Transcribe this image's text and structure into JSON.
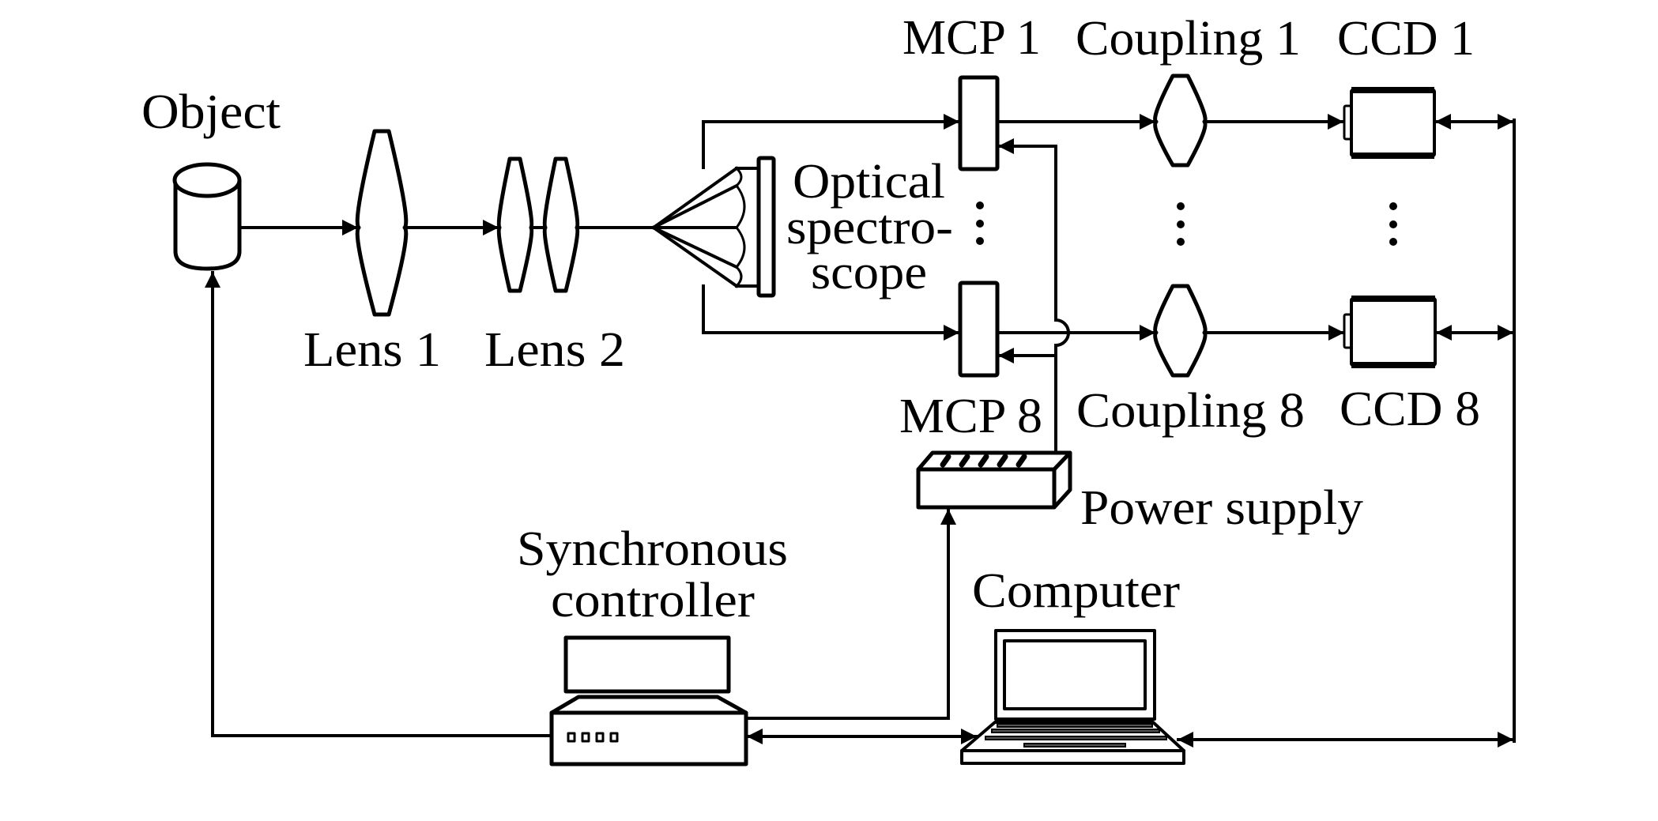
{
  "diagram": {
    "title": "Multi-channel optical spectroscopy imaging setup",
    "colors": {
      "stroke": "#000000",
      "background": "#ffffff",
      "key_fill": "#555555"
    },
    "labels": {
      "object": "Object",
      "lens1": "Lens 1",
      "lens2": "Lens 2",
      "spectroscope_line1": "Optical",
      "spectroscope_line2": "spectro-",
      "spectroscope_line3": "scope",
      "mcp1": "MCP 1",
      "mcp8": "MCP 8",
      "coupling1": "Coupling 1",
      "coupling8": "Coupling 8",
      "ccd1": "CCD 1",
      "ccd8": "CCD 8",
      "power_supply": "Power supply",
      "sync_line1": "Synchronous",
      "sync_line2": "controller",
      "computer": "Computer"
    },
    "nodes": [
      {
        "id": "object",
        "shape": "cylinder-icon"
      },
      {
        "id": "lens1",
        "shape": "lens-icon"
      },
      {
        "id": "lens2",
        "shape": "doublet-lens-icon"
      },
      {
        "id": "spectroscope",
        "shape": "grating-fan-icon"
      },
      {
        "id": "mcp1",
        "shape": "plate-icon"
      },
      {
        "id": "mcp8",
        "shape": "plate-icon"
      },
      {
        "id": "coupling1",
        "shape": "lens-icon"
      },
      {
        "id": "coupling8",
        "shape": "lens-icon"
      },
      {
        "id": "ccd1",
        "shape": "camera-icon"
      },
      {
        "id": "ccd8",
        "shape": "camera-icon"
      },
      {
        "id": "power_supply",
        "shape": "power-box-icon"
      },
      {
        "id": "sync_controller",
        "shape": "desktop-unit-icon"
      },
      {
        "id": "computer",
        "shape": "laptop-icon"
      }
    ],
    "edges": [
      {
        "from": "object",
        "to": "lens1",
        "type": "arrow"
      },
      {
        "from": "lens1",
        "to": "lens2",
        "type": "arrow"
      },
      {
        "from": "lens2",
        "to": "spectroscope",
        "type": "line"
      },
      {
        "from": "spectroscope",
        "to": "mcp1",
        "type": "arrow"
      },
      {
        "from": "spectroscope",
        "to": "mcp8",
        "type": "arrow"
      },
      {
        "from": "mcp1",
        "to": "coupling1",
        "type": "arrow"
      },
      {
        "from": "mcp8",
        "to": "coupling8",
        "type": "arrow"
      },
      {
        "from": "coupling1",
        "to": "ccd1",
        "type": "arrow"
      },
      {
        "from": "coupling8",
        "to": "ccd8",
        "type": "arrow"
      },
      {
        "from": "power_supply",
        "to": "mcp1",
        "type": "arrow"
      },
      {
        "from": "power_supply",
        "to": "mcp8",
        "type": "arrow"
      },
      {
        "from": "sync_controller",
        "to": "power_supply",
        "type": "arrow"
      },
      {
        "from": "sync_controller",
        "to": "object",
        "type": "arrow"
      },
      {
        "from": "sync_controller",
        "to": "computer",
        "type": "bidirectional"
      },
      {
        "from": "computer",
        "to": "ccd1",
        "type": "bidirectional"
      },
      {
        "from": "computer",
        "to": "ccd8",
        "type": "bidirectional"
      }
    ],
    "ellipsis": "⋮"
  }
}
